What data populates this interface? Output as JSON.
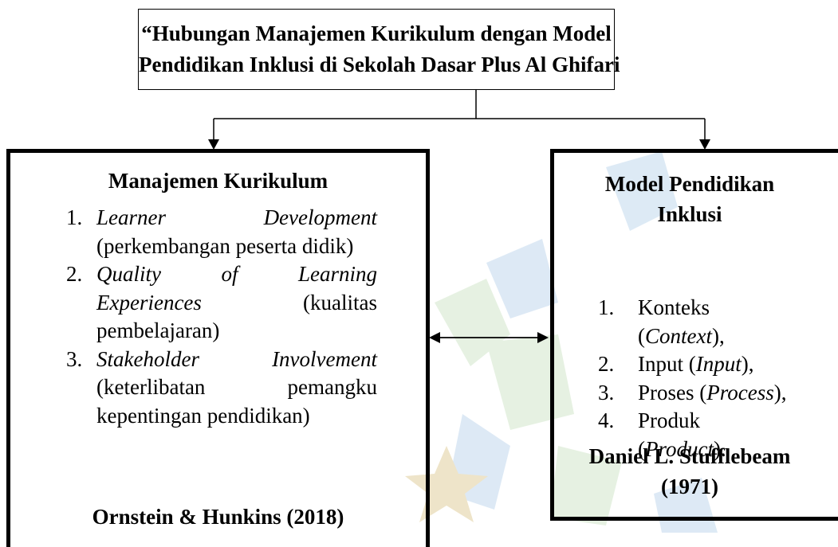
{
  "title": {
    "line1": "“Hubungan Manajemen Kurikulum dengan Model",
    "line2": "Pendidikan Inklusi di Sekolah Dasar Plus Al Ghifari"
  },
  "left": {
    "heading": "Manajemen Kurikulum",
    "items": [
      {
        "number": "1.",
        "term_a": "Learner",
        "term_b": "Development",
        "desc": "(perkembangan peserta didik)"
      },
      {
        "number": "2.",
        "term_a": "Quality",
        "term_b": "of",
        "term_c": "Learning",
        "term_d": "Experiences",
        "desc_a": "(kualitas",
        "desc_b": "pembelajaran)"
      },
      {
        "number": "3.",
        "term_a": "Stakeholder",
        "term_b": "Involvement",
        "desc_a": "(keterlibatan",
        "desc_b": "pemangku",
        "desc_c": "kepentingan pendidikan)"
      }
    ],
    "credit": "Ornstein & Hunkins (2018)"
  },
  "right": {
    "heading_line1": "Model Pendidikan",
    "heading_line2": "Inklusi",
    "items": [
      {
        "number": "1.",
        "label": "Konteks",
        "term": "Context",
        "suffix": "),"
      },
      {
        "number": "2.",
        "label": "Input (",
        "term": "Input",
        "suffix": "),"
      },
      {
        "number": "3.",
        "label": "Proses (",
        "term": "Process",
        "suffix": "),"
      },
      {
        "number": "4.",
        "label": "Produk",
        "term": "Product",
        "suffix": ")."
      }
    ],
    "credit_line1": "Daniel L. Stufflebeam",
    "credit_line2": "(1971)"
  },
  "colors": {
    "watermark_blue": "#c7dcef",
    "watermark_green": "#d6e9cf",
    "watermark_gold": "#e3d3a6"
  }
}
